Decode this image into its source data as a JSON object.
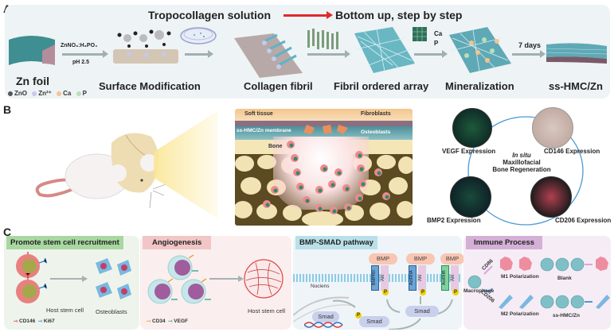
{
  "panelA": {
    "label": "A",
    "top_title": "Tropocollagen solution",
    "direction_text": "Bottom up, step by step",
    "direction_color": "#e0292b",
    "reagent": "ZnNO₃:H₃PO₄",
    "ph": "pH 2.5",
    "duration": "7 days",
    "mineral_labels": [
      "Ca",
      "P"
    ],
    "steps": [
      "Zn foil",
      "Surface Modification",
      "Collagen fibril",
      "Fibril ordered array",
      "Mineralization",
      "ss-HMC/Zn"
    ],
    "legend": [
      {
        "label": "ZnO",
        "color": "#555555"
      },
      {
        "label": "Zn²⁺",
        "color": "#c7c9ea"
      },
      {
        "label": "Ca",
        "color": "#f5c38f"
      },
      {
        "label": "P",
        "color": "#b7e0b9"
      }
    ]
  },
  "panelB": {
    "label": "B",
    "layers": {
      "soft_tissue": "Soft tissue",
      "fibroblasts": "Fibroblasts",
      "membrane": "ss-HMC/Zn membrane",
      "osteoblasts": "Osteoblasts",
      "bone": "Bone"
    },
    "center_italic": "In situ",
    "center_lines": [
      "Maxillofacial",
      "Bone Regeneration"
    ],
    "expressions": [
      {
        "label": "VEGF Expression",
        "position": "top-left"
      },
      {
        "label": "CD146 Expression",
        "position": "top-right"
      },
      {
        "label": "BMP2 Expression",
        "position": "bottom-left"
      },
      {
        "label": "CD206 Expression",
        "position": "bottom-right"
      }
    ]
  },
  "panelC": {
    "label": "C",
    "recruitment": {
      "title": "Promote stem cell recruitment",
      "from": "Host stem cell",
      "to": "Osteoblasts",
      "markers": [
        {
          "label": "CD146",
          "color": "#d23a3a"
        },
        {
          "label": "Ki67",
          "color": "#3a7ec9"
        }
      ]
    },
    "angiogenesis": {
      "title": "Angiogenesis",
      "target": "Host stem cell",
      "markers": [
        {
          "label": "CD34",
          "color": "#e0a020"
        },
        {
          "label": "VEGF",
          "color": "#2aa58a"
        }
      ]
    },
    "bmp": {
      "title": "BMP-SMAD pathway",
      "receptors": [
        {
          "ligand": "BMP",
          "type2": "BMPRII",
          "type1": "Alk",
          "p": "P"
        },
        {
          "ligand": "BMP",
          "type2": "ActRIIA",
          "type1": "Alk",
          "p": "P"
        },
        {
          "ligand": "BMP",
          "type2": "ActRIIB",
          "type1": "Alk",
          "p": "P"
        }
      ],
      "nucleus": "Nuciens",
      "smad": "Smad",
      "p": "P"
    },
    "immune": {
      "title": "Immune Process",
      "macrophage": "Macrophage",
      "m1_marker": "CD86",
      "m2_marker": "CD206",
      "m1": "M1 Polarization",
      "m2": "M2 Polarization",
      "blank": "Blank",
      "treated": "ss-HMC/Zn"
    }
  }
}
